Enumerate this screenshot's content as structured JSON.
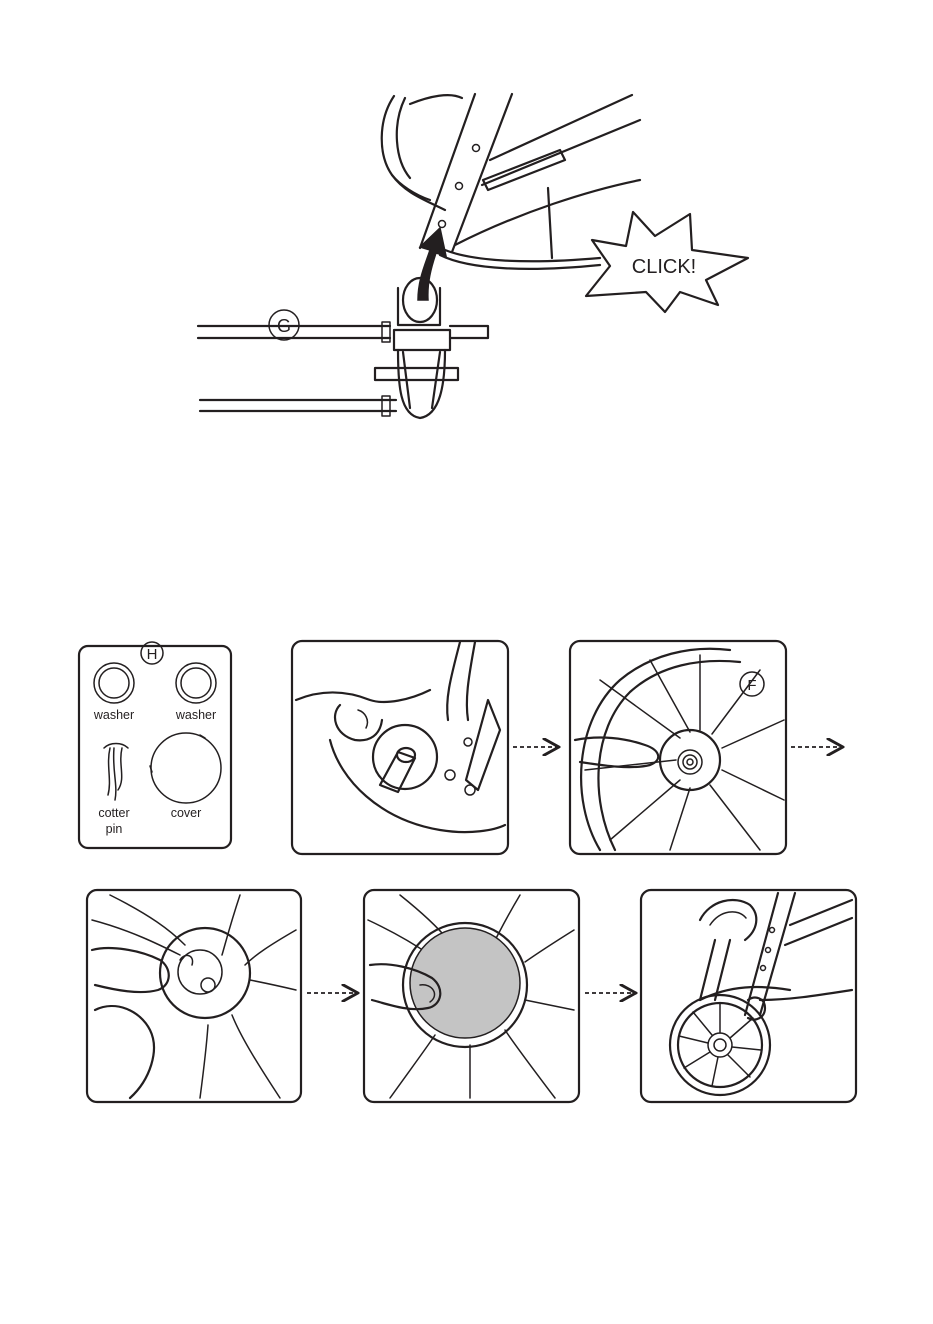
{
  "top_figure": {
    "part_label": "G",
    "click_label": "CLICK!"
  },
  "parts_box": {
    "label": "H",
    "items": [
      {
        "name": "washer"
      },
      {
        "name": "washer"
      },
      {
        "name_line1": "cotter",
        "name_line2": "pin"
      },
      {
        "name": "cover"
      }
    ]
  },
  "wheel_step": {
    "part_label": "F"
  }
}
